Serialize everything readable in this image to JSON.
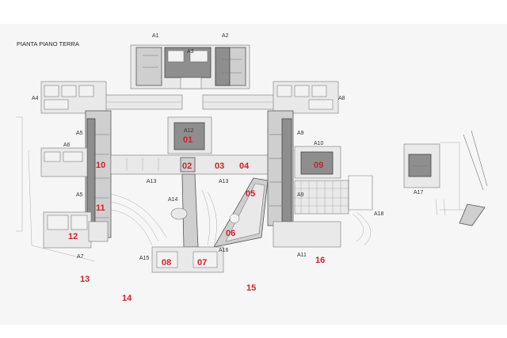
{
  "title": "PIANTA PIANO TERRA",
  "area_labels": {
    "a1": "A1",
    "a2": "A2",
    "a3": "A3",
    "a4": "A4",
    "a8": "A8",
    "a5_top": "A5",
    "a5_bottom": "A5",
    "a6": "A6",
    "a7": "A7",
    "a9_top": "A9",
    "a9_bottom": "A9",
    "a10": "A10",
    "a11": "A11",
    "a12": "A12",
    "a13_left": "A13",
    "a13_right": "A13",
    "a14": "A14",
    "a15": "A15",
    "a16": "A16",
    "a17": "A17",
    "a18": "A18"
  },
  "room_numbers": {
    "n01": "01",
    "n02": "02",
    "n03": "03",
    "n04": "04",
    "n05": "05",
    "n06": "06",
    "n07": "07",
    "n08": "08",
    "n09": "09",
    "n10": "10",
    "n11": "11",
    "n12": "12",
    "n13": "13",
    "n14": "14",
    "n15": "15",
    "n16": "16"
  },
  "colors": {
    "number": "#d11f2a",
    "wall": "#cfcfcf",
    "dark": "#8e8e8e"
  }
}
